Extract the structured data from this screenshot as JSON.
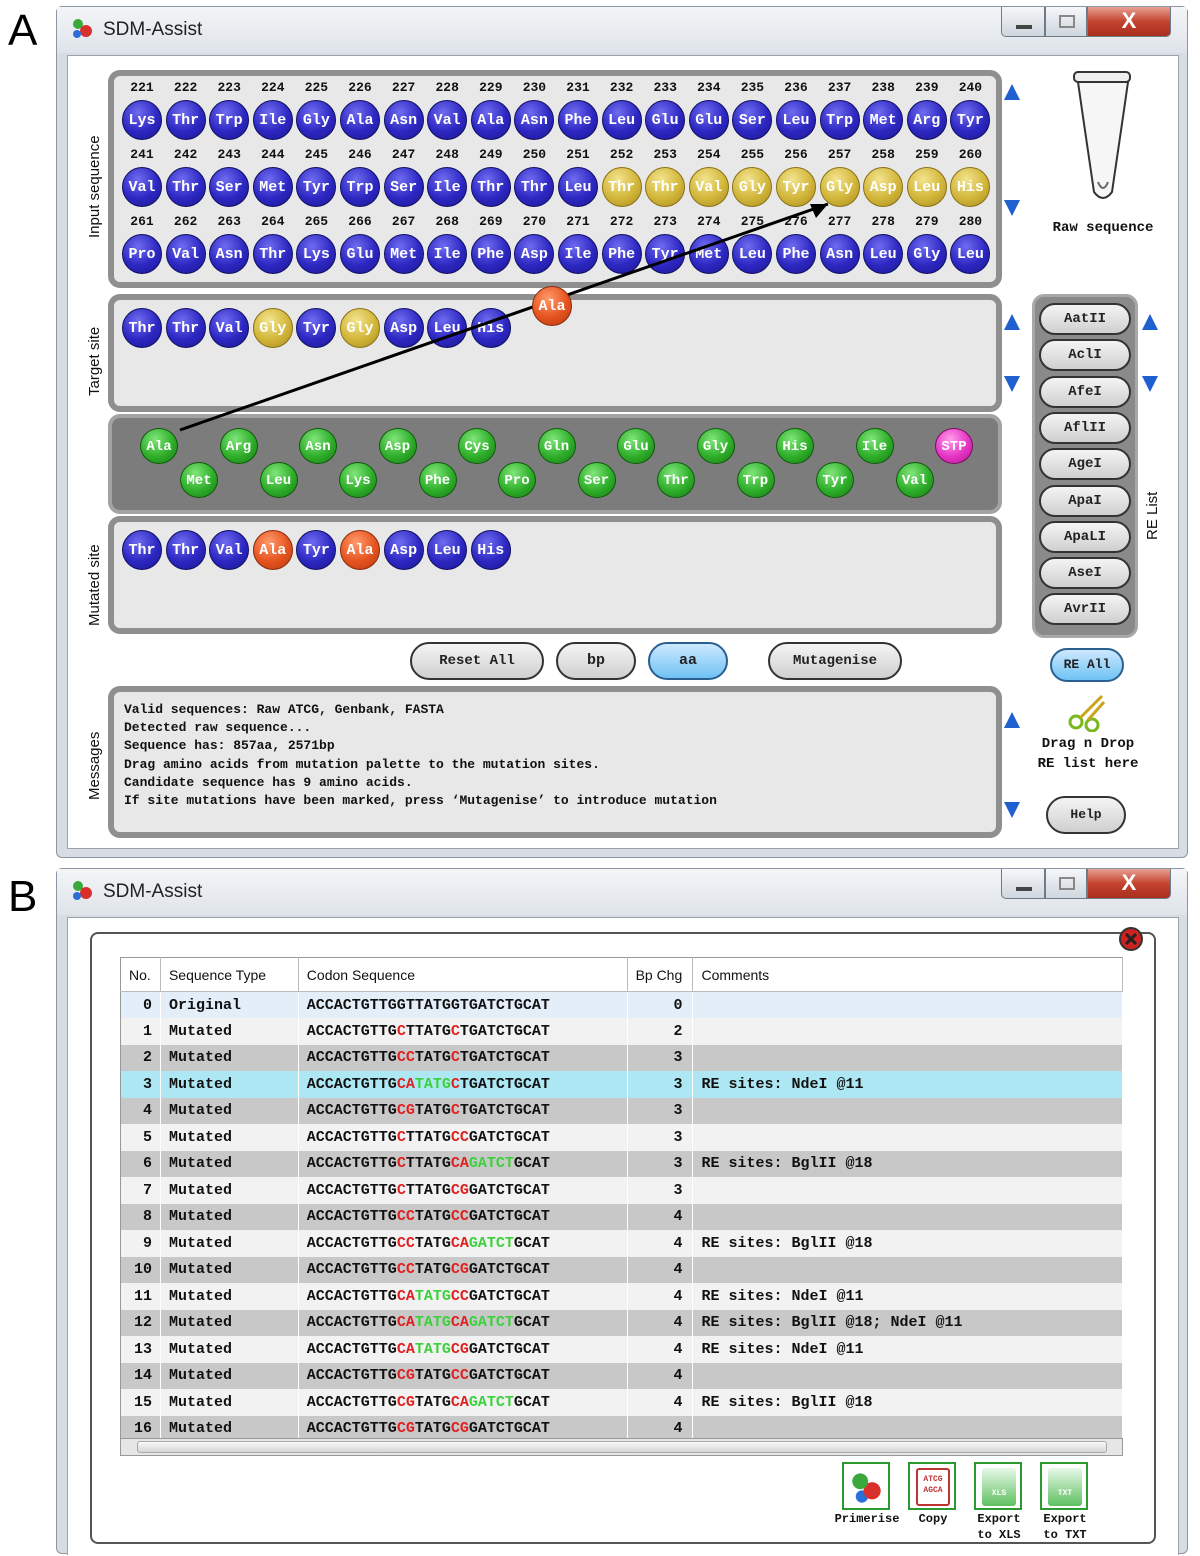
{
  "panels": {
    "a": "A",
    "b": "B"
  },
  "window_a": {
    "title": "SDM-Assist",
    "close_glyph": "X",
    "labels": {
      "input": "Input sequence",
      "target": "Target site",
      "mutated": "Mutated site",
      "messages": "Messages",
      "re_list": "RE List"
    },
    "input_rows": [
      {
        "numbers": [
          "221",
          "222",
          "223",
          "224",
          "225",
          "226",
          "227",
          "228",
          "229",
          "230",
          "231",
          "232",
          "233",
          "234",
          "235",
          "236",
          "237",
          "238",
          "239",
          "240"
        ],
        "aa": [
          "Lys",
          "Thr",
          "Trp",
          "Ile",
          "Gly",
          "Ala",
          "Asn",
          "Val",
          "Ala",
          "Asn",
          "Phe",
          "Leu",
          "Glu",
          "Glu",
          "Ser",
          "Leu",
          "Trp",
          "Met",
          "Arg",
          "Tyr"
        ],
        "colors": [
          "blue",
          "blue",
          "blue",
          "blue",
          "blue",
          "blue",
          "blue",
          "blue",
          "blue",
          "blue",
          "blue",
          "blue",
          "blue",
          "blue",
          "blue",
          "blue",
          "blue",
          "blue",
          "blue",
          "blue"
        ]
      },
      {
        "numbers": [
          "241",
          "242",
          "243",
          "244",
          "245",
          "246",
          "247",
          "248",
          "249",
          "250",
          "251",
          "252",
          "253",
          "254",
          "255",
          "256",
          "257",
          "258",
          "259",
          "260"
        ],
        "aa": [
          "Val",
          "Thr",
          "Ser",
          "Met",
          "Tyr",
          "Trp",
          "Ser",
          "Ile",
          "Thr",
          "Thr",
          "Leu",
          "Thr",
          "Thr",
          "Val",
          "Gly",
          "Tyr",
          "Gly",
          "Asp",
          "Leu",
          "His"
        ],
        "colors": [
          "blue",
          "blue",
          "blue",
          "blue",
          "blue",
          "blue",
          "blue",
          "blue",
          "blue",
          "blue",
          "blue",
          "gold",
          "gold",
          "gold",
          "gold",
          "gold",
          "gold",
          "gold",
          "gold",
          "gold"
        ]
      },
      {
        "numbers": [
          "261",
          "262",
          "263",
          "264",
          "265",
          "266",
          "267",
          "268",
          "269",
          "270",
          "271",
          "272",
          "273",
          "274",
          "275",
          "276",
          "277",
          "278",
          "279",
          "280"
        ],
        "aa": [
          "Pro",
          "Val",
          "Asn",
          "Thr",
          "Lys",
          "Glu",
          "Met",
          "Ile",
          "Phe",
          "Asp",
          "Ile",
          "Phe",
          "Tyr",
          "Met",
          "Leu",
          "Phe",
          "Asn",
          "Leu",
          "Gly",
          "Leu"
        ],
        "colors": [
          "blue",
          "blue",
          "blue",
          "blue",
          "blue",
          "blue",
          "blue",
          "blue",
          "blue",
          "blue",
          "blue",
          "blue",
          "blue",
          "blue",
          "blue",
          "blue",
          "blue",
          "blue",
          "blue",
          "blue"
        ]
      }
    ],
    "target": {
      "aa": [
        "Thr",
        "Thr",
        "Val",
        "Gly",
        "Tyr",
        "Gly",
        "Asp",
        "Leu",
        "His"
      ],
      "colors": [
        "blue",
        "blue",
        "blue",
        "gold",
        "blue",
        "gold",
        "blue",
        "blue",
        "blue"
      ],
      "dragging": "Ala"
    },
    "palette": {
      "top": [
        "Ala",
        "Arg",
        "Asn",
        "Asp",
        "Cys",
        "Gln",
        "Glu",
        "Gly",
        "His",
        "Ile",
        "STP"
      ],
      "bottom": [
        "Met",
        "Leu",
        "Lys",
        "Phe",
        "Pro",
        "Ser",
        "Thr",
        "Trp",
        "Tyr",
        "Val"
      ]
    },
    "mutated": {
      "aa": [
        "Thr",
        "Thr",
        "Val",
        "Ala",
        "Tyr",
        "Ala",
        "Asp",
        "Leu",
        "His"
      ],
      "colors": [
        "blue",
        "blue",
        "blue",
        "red",
        "blue",
        "red",
        "blue",
        "blue",
        "blue"
      ]
    },
    "buttons": {
      "reset": "Reset All",
      "bp": "bp",
      "aa": "aa",
      "mutagenise": "Mutagenise",
      "re_all": "RE All",
      "help": "Help"
    },
    "raw_sequence_label": "Raw sequence",
    "re_list": [
      "AatII",
      "AclI",
      "AfeI",
      "AflII",
      "AgeI",
      "ApaI",
      "ApaLI",
      "AseI",
      "AvrII"
    ],
    "drag_drop": [
      "Drag n Drop",
      "RE list here"
    ],
    "messages": [
      "Valid sequences: Raw ATCG, Genbank, FASTA",
      "Detected raw sequence...",
      "Sequence has: 857aa, 2571bp",
      "Drag amino acids from mutation palette to the mutation sites.",
      "Candidate sequence has 9 amino acids.",
      "If site mutations have been marked, press ‘Mutagenise’ to introduce mutation"
    ]
  },
  "window_b": {
    "title": "SDM-Assist",
    "close_glyph": "X",
    "columns": [
      "No.",
      "Sequence Type",
      "Codon Sequence",
      "Bp Chg",
      "Comments"
    ],
    "rows": [
      {
        "no": "0",
        "type": "Original",
        "seq": [
          [
            "k",
            "ACCACTGTTGGTTATGGTGATCTGCAT"
          ]
        ],
        "bp": "0",
        "comment": ""
      },
      {
        "no": "1",
        "type": "Mutated",
        "seq": [
          [
            "k",
            "ACCACTGTTG"
          ],
          [
            "r",
            "C"
          ],
          [
            "k",
            "TTATG"
          ],
          [
            "r",
            "C"
          ],
          [
            "k",
            "TGATCTGCAT"
          ]
        ],
        "bp": "2",
        "comment": ""
      },
      {
        "no": "2",
        "type": "Mutated",
        "seq": [
          [
            "k",
            "ACCACTGTTG"
          ],
          [
            "r",
            "CC"
          ],
          [
            "k",
            "TATG"
          ],
          [
            "r",
            "C"
          ],
          [
            "k",
            "TGATCTGCAT"
          ]
        ],
        "bp": "3",
        "comment": ""
      },
      {
        "no": "3",
        "type": "Mutated",
        "seq": [
          [
            "k",
            "ACCACTGTTG"
          ],
          [
            "r",
            "CA"
          ],
          [
            "g",
            "TATG"
          ],
          [
            "r",
            "C"
          ],
          [
            "k",
            "TGATCTGCAT"
          ]
        ],
        "bp": "3",
        "comment": "RE sites: NdeI @11"
      },
      {
        "no": "4",
        "type": "Mutated",
        "seq": [
          [
            "k",
            "ACCACTGTTG"
          ],
          [
            "r",
            "CG"
          ],
          [
            "k",
            "TATG"
          ],
          [
            "r",
            "C"
          ],
          [
            "k",
            "TGATCTGCAT"
          ]
        ],
        "bp": "3",
        "comment": ""
      },
      {
        "no": "5",
        "type": "Mutated",
        "seq": [
          [
            "k",
            "ACCACTGTTG"
          ],
          [
            "r",
            "C"
          ],
          [
            "k",
            "TTATG"
          ],
          [
            "r",
            "CC"
          ],
          [
            "k",
            "GATCTGCAT"
          ]
        ],
        "bp": "3",
        "comment": ""
      },
      {
        "no": "6",
        "type": "Mutated",
        "seq": [
          [
            "k",
            "ACCACTGTTG"
          ],
          [
            "r",
            "C"
          ],
          [
            "k",
            "TTATG"
          ],
          [
            "r",
            "CA"
          ],
          [
            "g",
            "GATCT"
          ],
          [
            "k",
            "GCAT"
          ]
        ],
        "bp": "3",
        "comment": "RE sites: BglII @18"
      },
      {
        "no": "7",
        "type": "Mutated",
        "seq": [
          [
            "k",
            "ACCACTGTTG"
          ],
          [
            "r",
            "C"
          ],
          [
            "k",
            "TTATG"
          ],
          [
            "r",
            "CG"
          ],
          [
            "k",
            "GATCTGCAT"
          ]
        ],
        "bp": "3",
        "comment": ""
      },
      {
        "no": "8",
        "type": "Mutated",
        "seq": [
          [
            "k",
            "ACCACTGTTG"
          ],
          [
            "r",
            "CC"
          ],
          [
            "k",
            "TATG"
          ],
          [
            "r",
            "CC"
          ],
          [
            "k",
            "GATCTGCAT"
          ]
        ],
        "bp": "4",
        "comment": ""
      },
      {
        "no": "9",
        "type": "Mutated",
        "seq": [
          [
            "k",
            "ACCACTGTTG"
          ],
          [
            "r",
            "CC"
          ],
          [
            "k",
            "TATG"
          ],
          [
            "r",
            "CA"
          ],
          [
            "g",
            "GATCT"
          ],
          [
            "k",
            "GCAT"
          ]
        ],
        "bp": "4",
        "comment": "RE sites: BglII @18"
      },
      {
        "no": "10",
        "type": "Mutated",
        "seq": [
          [
            "k",
            "ACCACTGTTG"
          ],
          [
            "r",
            "CC"
          ],
          [
            "k",
            "TATG"
          ],
          [
            "r",
            "CG"
          ],
          [
            "k",
            "GATCTGCAT"
          ]
        ],
        "bp": "4",
        "comment": ""
      },
      {
        "no": "11",
        "type": "Mutated",
        "seq": [
          [
            "k",
            "ACCACTGTTG"
          ],
          [
            "r",
            "CA"
          ],
          [
            "g",
            "TATG"
          ],
          [
            "r",
            "CC"
          ],
          [
            "k",
            "GATCTGCAT"
          ]
        ],
        "bp": "4",
        "comment": "RE sites: NdeI @11"
      },
      {
        "no": "12",
        "type": "Mutated",
        "seq": [
          [
            "k",
            "ACCACTGTTG"
          ],
          [
            "r",
            "CA"
          ],
          [
            "g",
            "TATG"
          ],
          [
            "r",
            "CA"
          ],
          [
            "g",
            "GATCT"
          ],
          [
            "k",
            "GCAT"
          ]
        ],
        "bp": "4",
        "comment": "RE sites: BglII @18; NdeI @11"
      },
      {
        "no": "13",
        "type": "Mutated",
        "seq": [
          [
            "k",
            "ACCACTGTTG"
          ],
          [
            "r",
            "CA"
          ],
          [
            "g",
            "TATG"
          ],
          [
            "r",
            "CG"
          ],
          [
            "k",
            "GATCTGCAT"
          ]
        ],
        "bp": "4",
        "comment": "RE sites: NdeI @11"
      },
      {
        "no": "14",
        "type": "Mutated",
        "seq": [
          [
            "k",
            "ACCACTGTTG"
          ],
          [
            "r",
            "CG"
          ],
          [
            "k",
            "TATG"
          ],
          [
            "r",
            "CC"
          ],
          [
            "k",
            "GATCTGCAT"
          ]
        ],
        "bp": "4",
        "comment": ""
      },
      {
        "no": "15",
        "type": "Mutated",
        "seq": [
          [
            "k",
            "ACCACTGTTG"
          ],
          [
            "r",
            "CG"
          ],
          [
            "k",
            "TATG"
          ],
          [
            "r",
            "CA"
          ],
          [
            "g",
            "GATCT"
          ],
          [
            "k",
            "GCAT"
          ]
        ],
        "bp": "4",
        "comment": "RE sites: BglII @18"
      },
      {
        "no": "16",
        "type": "Mutated",
        "seq": [
          [
            "k",
            "ACCACTGTTG"
          ],
          [
            "r",
            "CG"
          ],
          [
            "k",
            "TATG"
          ],
          [
            "r",
            "CG"
          ],
          [
            "k",
            "GATCTGCAT"
          ]
        ],
        "bp": "4",
        "comment": ""
      }
    ],
    "selected_row": 3,
    "tools": [
      {
        "label": [
          "Primerise"
        ],
        "icon": "primer-icon"
      },
      {
        "label": [
          "Copy"
        ],
        "icon": "copy-icon",
        "icon_text": [
          "ATCG",
          "AGCA"
        ]
      },
      {
        "label": [
          "Export",
          "to XLS"
        ],
        "icon": "export-xls-icon",
        "icon_text": [
          "XLS"
        ]
      },
      {
        "label": [
          "Export",
          "to TXT"
        ],
        "icon": "export-txt-icon",
        "icon_text": [
          "TXT"
        ]
      }
    ]
  },
  "colors": {
    "mut_red": "#e02020",
    "site_green": "#3bd13b",
    "select_row": "#aee7f4",
    "accent_blue": "#1f5fcf"
  }
}
